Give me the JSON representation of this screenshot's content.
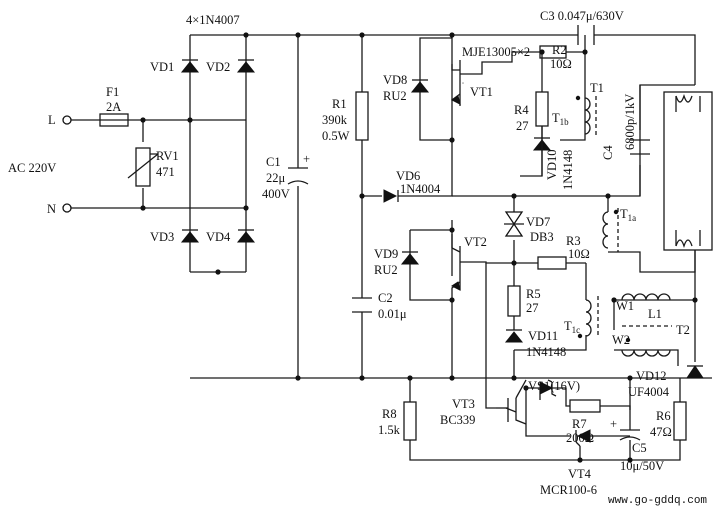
{
  "labels": {
    "bridge": "4×1N4007",
    "ac": "AC 220V",
    "l": "L",
    "n": "N",
    "f1": "F1",
    "f1_val": "2A",
    "rv1": "RV1",
    "rv1_val": "471",
    "vd1": "VD1",
    "vd2": "VD2",
    "vd3": "VD3",
    "vd4": "VD4",
    "c1": "C1",
    "c1_val1": "22μ",
    "c1_val2": "400V",
    "c1_plus": "+",
    "r1": "R1",
    "r1_val1": "390k",
    "r1_val2": "0.5W",
    "vd8": "VD8",
    "vd8_val": "RU2",
    "transistors": "MJE13005×2",
    "vt1": "VT1",
    "c3": "C3 0.047μ/630V",
    "r2": "R2",
    "r2_val": "10Ω",
    "r4": "R4",
    "r4_val": "27",
    "t1b": "T",
    "t1b_sub": "1b",
    "t1": "T1",
    "vd10": "VD10",
    "vd10_val": "1N4148",
    "c4": "C4",
    "c4_val": "6800p/1kV",
    "vd6": "VD6",
    "vd6_val": "1N4004",
    "vd7": "VD7",
    "vd7_val": "DB3",
    "t1a": "T",
    "t1a_sub": "1a",
    "vd9": "VD9",
    "vd9_val": "RU2",
    "vt2": "VT2",
    "r3": "R3",
    "r3_val": "10Ω",
    "c2": "C2",
    "c2_val": "0.01μ",
    "r5": "R5",
    "r5_val": "27",
    "t1c": "T",
    "t1c_sub": "1c",
    "vd11": "VD11",
    "vd11_val": "1N4148",
    "w1": "W1",
    "l1": "L1",
    "w2": "W2",
    "t2": "T2",
    "vd12": "VD12",
    "vd12_val": "UF4004",
    "r8": "R8",
    "r8_val": "1.5k",
    "vt3": "VT3",
    "vt3_val": "BC339",
    "vs1": "VS1(16V)",
    "r7": "R7",
    "r7_val": "200Ω",
    "vt4": "VT4",
    "vt4_val": "MCR100-6",
    "r6": "R6",
    "r6_val": "47Ω",
    "c5": "C5",
    "c5_val": "10μ/50V",
    "c5_plus": "+",
    "watermark": "www.go-gddq.com"
  }
}
